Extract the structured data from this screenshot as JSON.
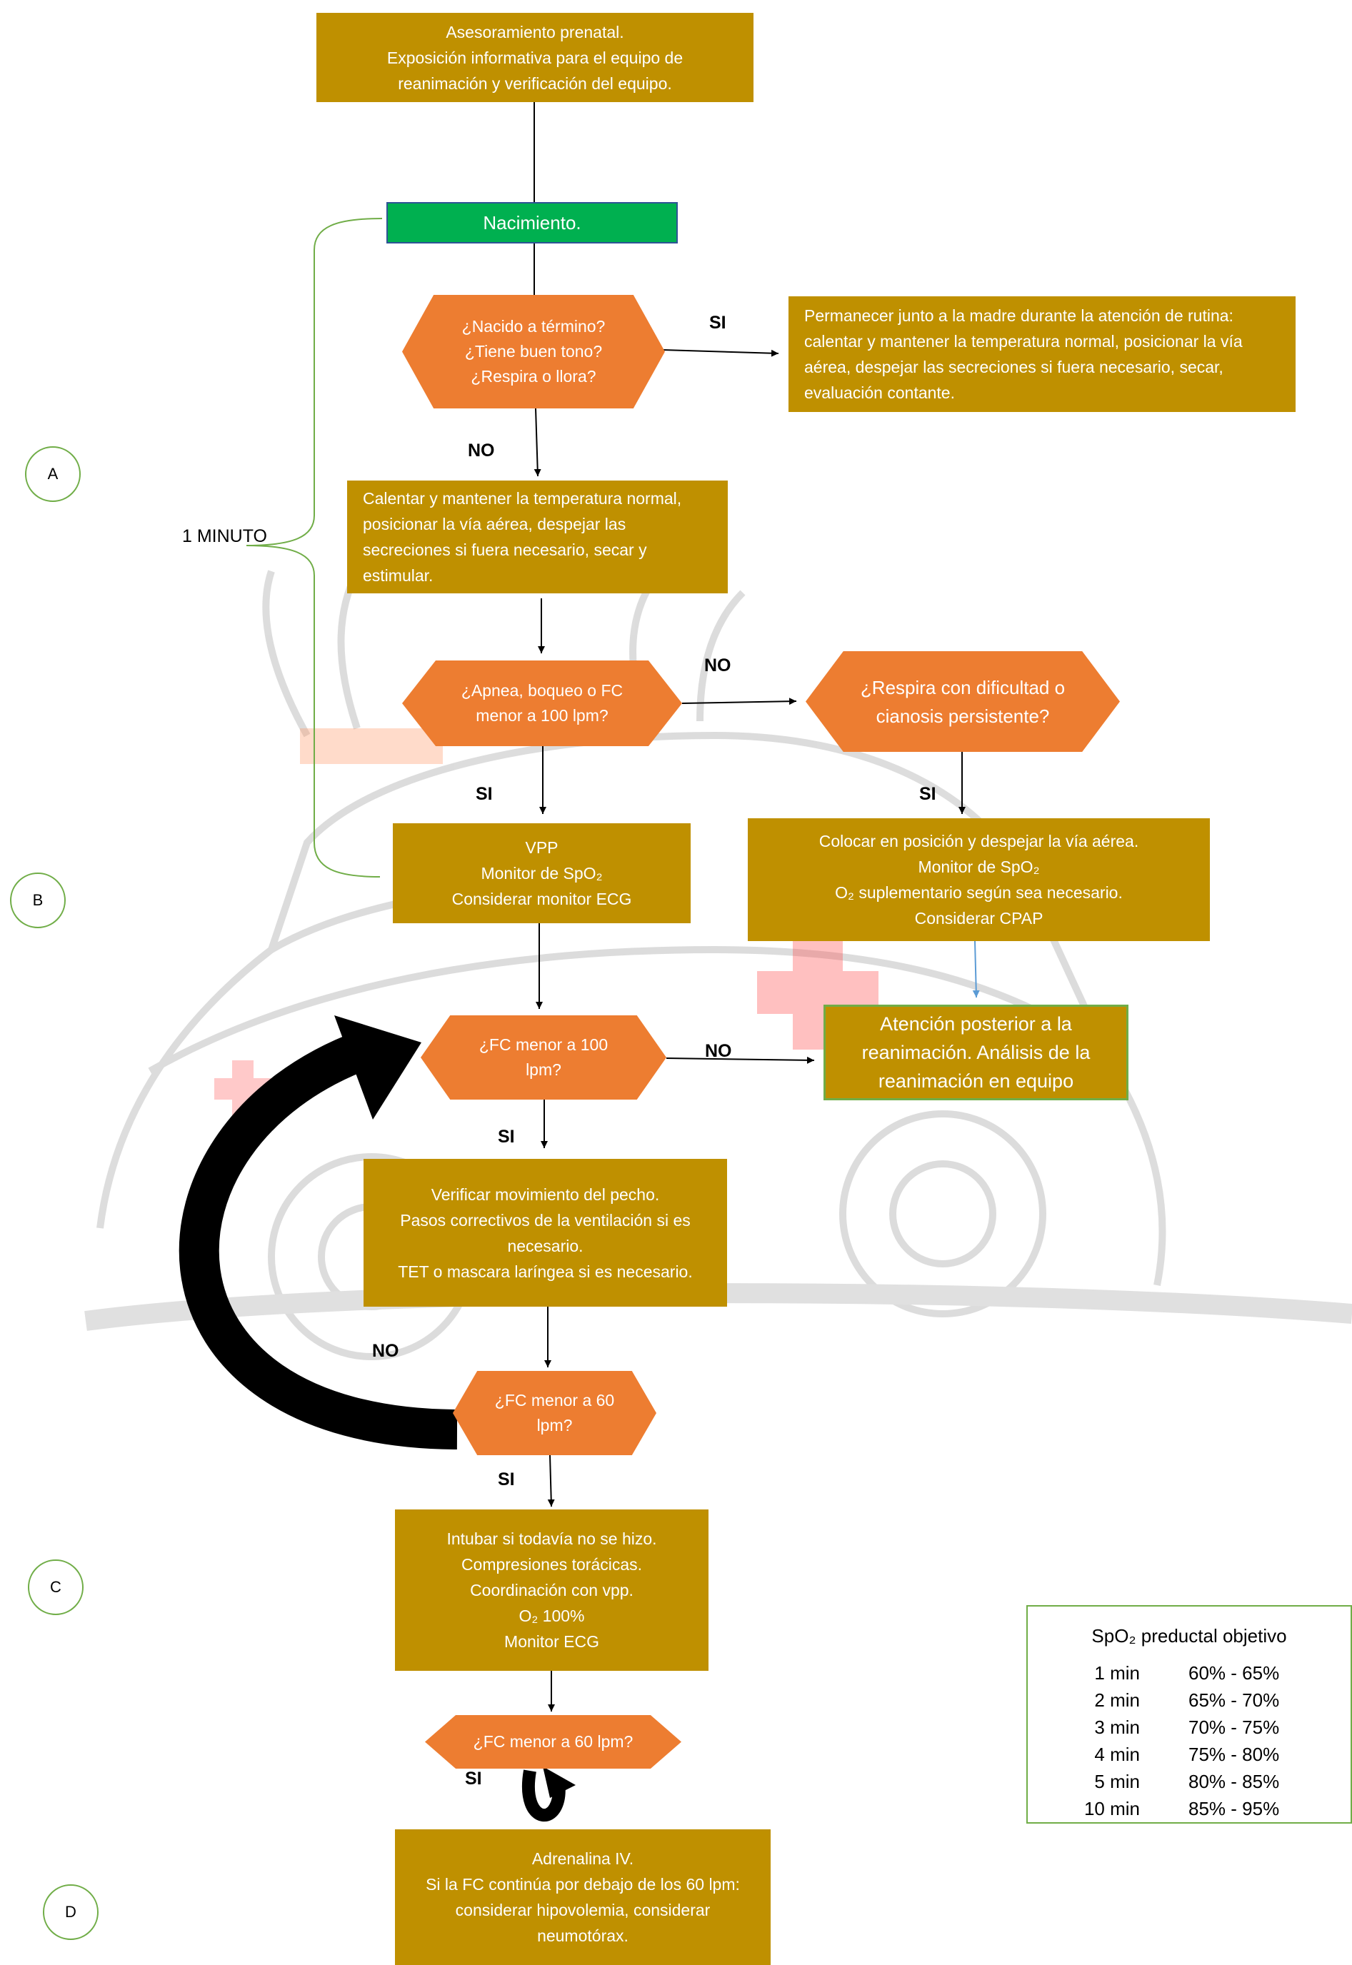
{
  "boxes": {
    "prenatal": [
      "Asesoramiento prenatal.",
      "Exposición informativa para el equipo de",
      "reanimación y verificación del equipo."
    ],
    "birth": "Nacimiento.",
    "q1": [
      "¿Nacido a término?",
      "¿Tiene buen tono?",
      "¿Respira o llora?"
    ],
    "routine": [
      "Permanecer junto a la madre durante la atención de rutina:",
      "calentar y mantener la temperatura normal, posicionar la vía",
      "aérea, despejar las secreciones si fuera necesario, secar,",
      "evaluación contante."
    ],
    "warm": [
      "Calentar y mantener la temperatura normal,",
      "posicionar la vía  aérea, despejar las",
      "secreciones si fuera necesario, secar y",
      "estimular."
    ],
    "q2": [
      "¿Apnea, boqueo o FC",
      "menor a 100 lpm?"
    ],
    "q3": [
      "¿Respira con dificultad o",
      "cianosis persistente?"
    ],
    "vpp": [
      "VPP",
      "Monitor de SpO₂",
      "Considerar monitor ECG"
    ],
    "position": [
      "Colocar en posición y despejar la vía aérea.",
      "Monitor  de SpO₂",
      "O₂ suplementario según sea  necesario.",
      "Considerar CPAP"
    ],
    "q4": [
      "¿FC menor a 100",
      "lpm?"
    ],
    "post": [
      "Atención posterior a la",
      "reanimación. Análisis de la",
      "reanimación en equipo"
    ],
    "verify": [
      "Verificar movimiento del pecho.",
      "Pasos correctivos de la ventilación si es",
      "necesario.",
      "TET o  mascara laríngea si es necesario."
    ],
    "q5": [
      "¿FC menor a 60",
      "lpm?"
    ],
    "intubate": [
      "Intubar si todavía no se hizo.",
      "Compresiones torácicas.",
      "Coordinación con vpp.",
      "O₂ 100%",
      "Monitor ECG"
    ],
    "q6": "¿FC menor a 60 lpm?",
    "adrenaline": [
      "Adrenalina IV.",
      "Si la FC continúa por debajo de los 60 lpm:",
      "considerar hipovolemia, considerar",
      "neumotórax."
    ]
  },
  "labels": {
    "si": "SI",
    "no": "NO"
  },
  "markers": [
    "A",
    "B",
    "C",
    "D"
  ],
  "timing_label": "1 MINUTO",
  "spo2_table": {
    "title": "SpO₂  preductal objetivo",
    "rows": [
      {
        "time": "1 min",
        "range": "60% - 65%"
      },
      {
        "time": "2 min",
        "range": "65% - 70%"
      },
      {
        "time": "3 min",
        "range": "70% - 75%"
      },
      {
        "time": "4 min",
        "range": "75% - 80%"
      },
      {
        "time": "5 min",
        "range": "80%  - 85%"
      },
      {
        "time": "10 min",
        "range": "85% - 95%"
      }
    ]
  },
  "colors": {
    "gold_box": "#bf9000",
    "orange_decision": "#ed7d31",
    "green_start": "#00b050",
    "green_outline": "#70ad47"
  }
}
